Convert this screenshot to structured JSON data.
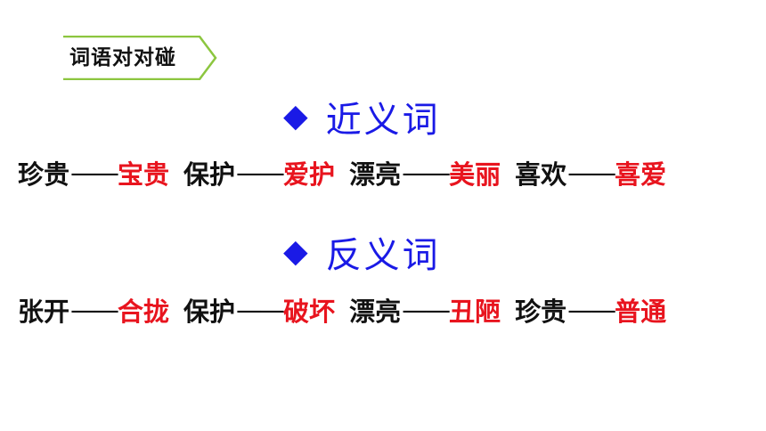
{
  "tag": {
    "label": "词语对对碰",
    "border_color": "#8cc63f"
  },
  "colors": {
    "heading": "#1a1ae6",
    "answer": "#e8141e",
    "text": "#111111"
  },
  "synonyms": {
    "heading": "近义词",
    "icon": "diamond-icon",
    "pairs": [
      {
        "word": "珍贵",
        "dash": "——",
        "answer": "宝贵"
      },
      {
        "word": "保护",
        "dash": "——",
        "answer": "爱护"
      },
      {
        "word": "漂亮",
        "dash": "——",
        "answer": "美丽"
      },
      {
        "word": "喜欢",
        "dash": "——",
        "answer": "喜爱"
      }
    ]
  },
  "antonyms": {
    "heading": "反义词",
    "icon": "diamond-icon",
    "pairs": [
      {
        "word": "张开",
        "dash": "——",
        "answer": "合拢"
      },
      {
        "word": "保护",
        "dash": "——",
        "answer": "破坏"
      },
      {
        "word": "漂亮",
        "dash": "——",
        "answer": "丑陋"
      },
      {
        "word": "珍贵",
        "dash": "——",
        "answer": "普通"
      }
    ]
  }
}
